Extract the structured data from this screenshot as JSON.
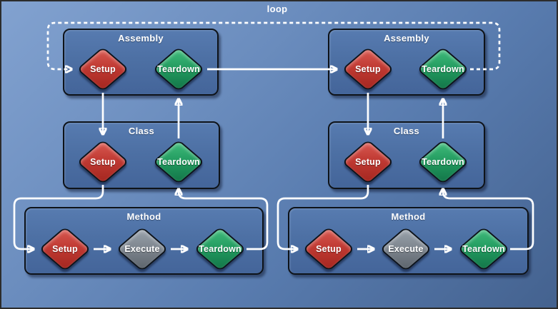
{
  "diagram": {
    "loop_label": "loop",
    "boxes": [
      {
        "title": "Assembly",
        "nodes": [
          {
            "label": "Setup"
          },
          {
            "label": "Teardown"
          }
        ]
      },
      {
        "title": "Assembly",
        "nodes": [
          {
            "label": "Setup"
          },
          {
            "label": "Teardown"
          }
        ]
      },
      {
        "title": "Class",
        "nodes": [
          {
            "label": "Setup"
          },
          {
            "label": "Teardown"
          }
        ]
      },
      {
        "title": "Class",
        "nodes": [
          {
            "label": "Setup"
          },
          {
            "label": "Teardown"
          }
        ]
      },
      {
        "title": "Method",
        "nodes": [
          {
            "label": "Setup"
          },
          {
            "label": "Execute"
          },
          {
            "label": "Teardown"
          }
        ]
      },
      {
        "title": "Method",
        "nodes": [
          {
            "label": "Setup"
          },
          {
            "label": "Execute"
          },
          {
            "label": "Teardown"
          }
        ]
      }
    ],
    "colors": {
      "setup": "#c03a33",
      "teardown": "#21995e",
      "execute": "#7c848d",
      "connector": "#ffffff",
      "box_fill": "#4d70a4",
      "background_top": "#82a2d0",
      "background_bottom": "#44628f",
      "outline": "#0e1319"
    }
  }
}
